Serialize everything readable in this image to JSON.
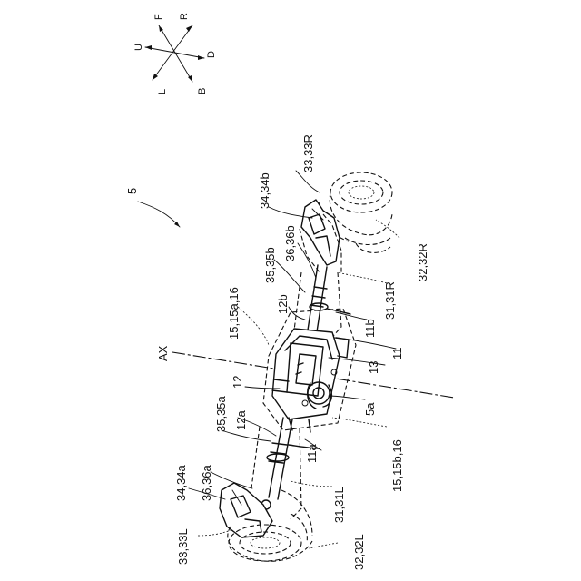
{
  "direction_labels": {
    "F": "F",
    "R": "R",
    "U": "U",
    "D": "D",
    "L": "L",
    "B": "B"
  },
  "figure_ref": "5",
  "axis_label": "AX",
  "labels": {
    "l_33_33R": "33,33R",
    "l_34_34b": "34,34b",
    "l_36_36b": "36,36b",
    "l_35_35b": "35,35b",
    "l_12b": "12b",
    "l_15_15a_16": "15,15a,16",
    "l_32_32R": "32,32R",
    "l_31_31R": "31,31R",
    "l_11b": "11b",
    "l_11": "11",
    "l_13": "13",
    "l_12": "12",
    "l_5a": "5a",
    "l_35_35a": "35,35a",
    "l_12a": "12a",
    "l_15_15b_16": "15,15b,16",
    "l_11a": "11a",
    "l_36_36a": "36,36a",
    "l_34_34a": "34,34a",
    "l_31_31L": "31,31L",
    "l_33_33L": "33,33L",
    "l_32_32L": "32,32L"
  }
}
